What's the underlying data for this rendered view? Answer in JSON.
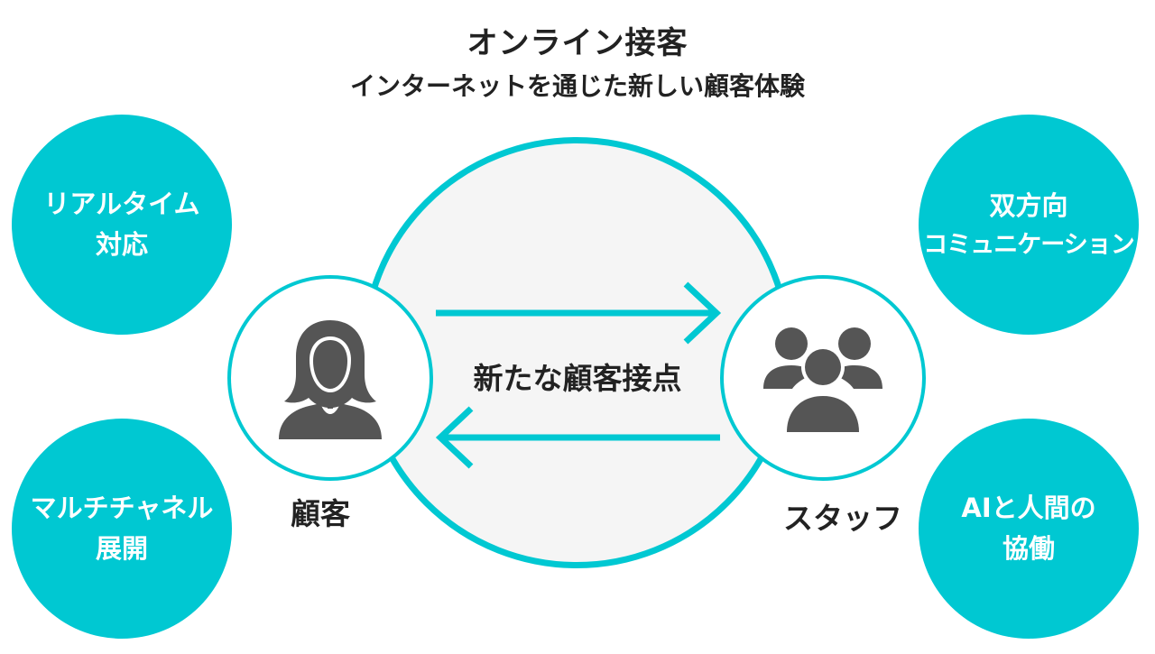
{
  "header": {
    "title": "オンライン接客",
    "subtitle": "インターネットを通じた新しい顧客体験"
  },
  "features": {
    "top_left": [
      "リアルタイム",
      "対応"
    ],
    "bottom_left": [
      "マルチチャネル",
      "展開"
    ],
    "top_right": [
      "双方向",
      "コミュニケーション"
    ],
    "bottom_right": [
      "AIと人間の",
      "協働"
    ]
  },
  "center": {
    "label": "新たな顧客接点"
  },
  "nodes": {
    "customer": {
      "label": "顧客",
      "icon": "person-icon"
    },
    "staff": {
      "label": "スタッフ",
      "icon": "group-icon"
    }
  },
  "colors": {
    "accent": "#00c8d2",
    "hub_fill": "#f5f5f5",
    "icon": "#555555",
    "text": "#222222"
  }
}
